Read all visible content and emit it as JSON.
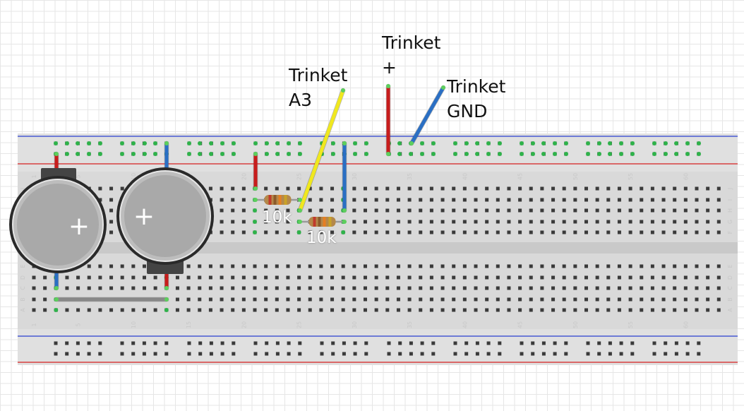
{
  "labels": {
    "trinket_a3": "Trinket\nA3",
    "trinket_plus": "Trinket\n+",
    "trinket_gnd": "Trinket\nGND"
  },
  "resistors": [
    {
      "id": "r1",
      "value": "10k",
      "color": "#b4884a"
    },
    {
      "id": "r2",
      "value": "10k",
      "color": "#b4884a"
    }
  ],
  "breadboard": {
    "column_numbers": [
      "1",
      "5",
      "10",
      "15",
      "20",
      "25",
      "30",
      "35",
      "40",
      "45",
      "50",
      "55",
      "60"
    ],
    "row_letters_top": [
      "J",
      "I",
      "H",
      "G",
      "F"
    ],
    "row_letters_bottom": [
      "E",
      "D",
      "C",
      "B",
      "A"
    ],
    "rail_colors": {
      "positive": "#d62020",
      "negative": "#2b3fcf"
    }
  },
  "batteries": [
    {
      "id": "battery-1",
      "symbol": "+"
    },
    {
      "id": "battery-2",
      "symbol": "+"
    }
  ],
  "wire_colors": {
    "red": "#c81c1c",
    "blue": "#2a6fc4",
    "yellow": "#f0e81e",
    "gray": "#888888"
  }
}
